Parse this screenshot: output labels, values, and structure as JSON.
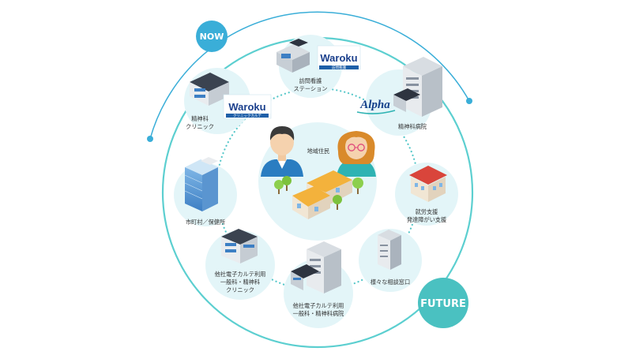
{
  "colors": {
    "ring": "#5ccfd0",
    "bubble": "#e3f5f8",
    "dots": "#55c7c9",
    "now_tag": "#3aaed8",
    "future_tag": "#4ac1c1",
    "brand_navy": "#1a3f8c"
  },
  "tags": {
    "now": "NOW",
    "future": "FUTURE"
  },
  "center": {
    "label": "地域住民"
  },
  "nodes": [
    {
      "id": "home-nursing",
      "lines": [
        "訪問看護",
        "ステーション"
      ],
      "logo_text": "Waroku",
      "logo_sub": "訪問看護"
    },
    {
      "id": "psych-clinic",
      "lines": [
        "精神科",
        "クリニック"
      ],
      "logo_text": "Waroku",
      "logo_sub": "クリニックカルテ"
    },
    {
      "id": "psych-hospital",
      "lines": [
        "精神科病院"
      ],
      "logo_text": "Alpha"
    },
    {
      "id": "municipality",
      "lines": [
        "市町村／保健所"
      ]
    },
    {
      "id": "employment",
      "lines": [
        "就労支援",
        "発達障がい支援"
      ]
    },
    {
      "id": "other-clinic",
      "lines": [
        "他社電子カルテ利用",
        "一般科・精神科",
        "クリニック"
      ]
    },
    {
      "id": "consult",
      "lines": [
        "様々な相談窓口"
      ]
    },
    {
      "id": "other-hospital",
      "lines": [
        "他社電子カルテ利用",
        "一般科・精神科病院"
      ]
    }
  ]
}
